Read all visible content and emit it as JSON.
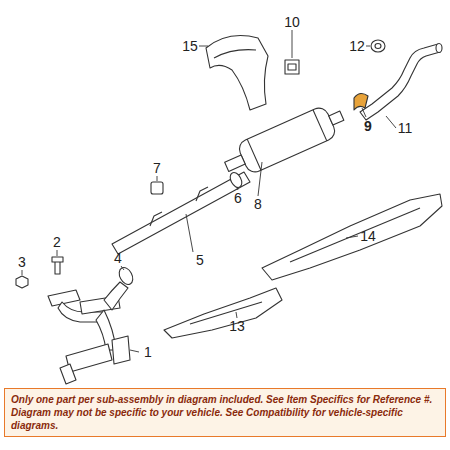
{
  "diagram": {
    "nodes": [
      {
        "text": [
          "Only one part per sub-assembly in diagram included. See Item Specifics for Reference #. Diagram may not be specific to your vehicle. See Compatibility for vehicle-specific diagrams."
        ]
      }
    ],
    "labels": [
      "12",
      "10",
      "15",
      "11",
      "9",
      "7",
      "8",
      "6",
      "3",
      "2",
      "4",
      "5",
      "14",
      "13",
      "1"
    ]
  }
}
